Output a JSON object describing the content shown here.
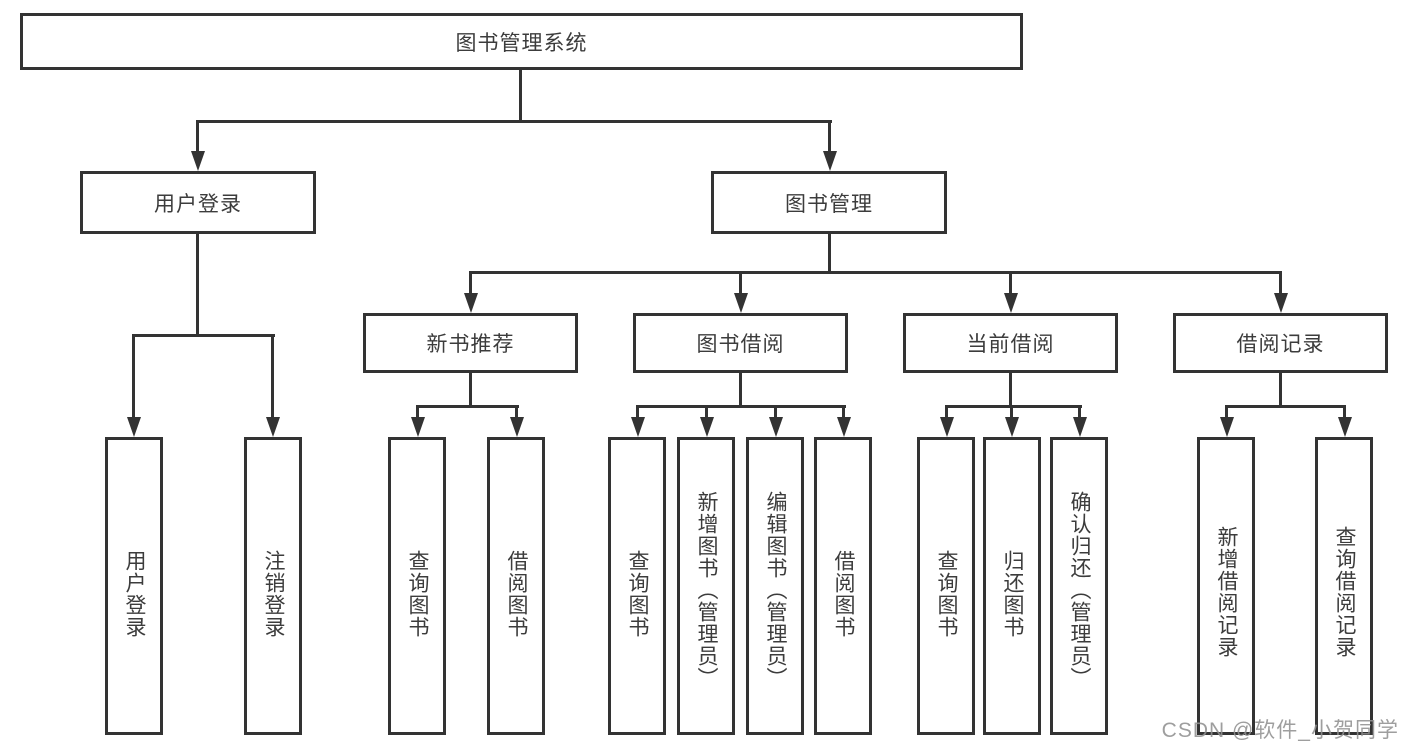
{
  "tree": {
    "root": "图书管理系统",
    "branches": [
      {
        "label": "用户登录",
        "leaves": [
          "用户登录",
          "注销登录"
        ]
      },
      {
        "label": "图书管理",
        "children": [
          {
            "label": "新书推荐",
            "leaves": [
              "查询图书",
              "借阅图书"
            ]
          },
          {
            "label": "图书借阅",
            "leaves": [
              "查询图书",
              "新增图书（管理员）",
              "编辑图书（管理员）",
              "借阅图书"
            ]
          },
          {
            "label": "当前借阅",
            "leaves": [
              "查询图书",
              "归还图书",
              "确认归还（管理员）"
            ]
          },
          {
            "label": "借阅记录",
            "leaves": [
              "新增借阅记录",
              "查询借阅记录"
            ]
          }
        ]
      }
    ]
  },
  "watermark": "CSDN @软件_小贺同学",
  "colors": {
    "line": "#333333",
    "text": "#3c3c3c",
    "background": "#ffffff",
    "watermark": "#919191"
  }
}
